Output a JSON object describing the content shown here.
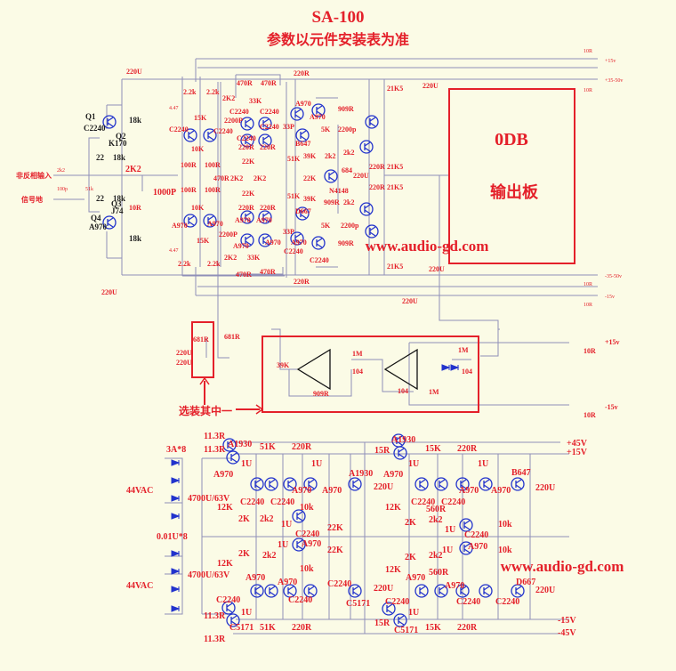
{
  "header": {
    "title": "SA-100",
    "subtitle": "参数以元件安装表为准"
  },
  "output_board": {
    "level": "0DB",
    "label": "输出板"
  },
  "watermark": "www.audio-gd.com",
  "selector_note": "选装其中一",
  "colors": {
    "wire": "#8f8fb8",
    "label": "#e4202a",
    "transistor": "#2233cc",
    "background": "#fbfbe6"
  },
  "rails_top": [
    "+15v",
    "10R",
    "+35-50v",
    "10R",
    "-35-50v",
    "10R",
    "-15v",
    "10R"
  ],
  "input_stage": [
    "Q1",
    "C2240",
    "Q2",
    "K170",
    "22",
    "18k",
    "18k",
    "2K2",
    "非反相输入",
    "2k2",
    "100p",
    "51k",
    "信号地",
    "1000P",
    "10R",
    "22",
    "18k",
    "Q3",
    "J74",
    "Q4",
    "A970",
    "18k",
    "220U",
    "220U"
  ],
  "voltage_stage": [
    "2.2k",
    "2.2k",
    "2K2",
    "470R",
    "470R",
    "33K",
    "15K",
    "C2240",
    "C2240",
    "C2240",
    "C2240",
    "2200P",
    "C2240",
    "C2240",
    "10K",
    "220R",
    "220R",
    "100R",
    "100R",
    "22K",
    "2K2",
    "2K2",
    "470R",
    "100R",
    "100R",
    "22K",
    "10K",
    "220R",
    "220R",
    "A970",
    "A970",
    "A970",
    "A970",
    "2200P",
    "15K",
    "A970",
    "A970",
    "2K2",
    "33K",
    "470R",
    "470R",
    "2.2k",
    "2.2k",
    "4.47",
    "4.47",
    "220R",
    "220R"
  ],
  "driver_stage": [
    "A970",
    "A970",
    "909R",
    "33P",
    "5K",
    "B647",
    "2200p",
    "2k2",
    "2k2",
    "51K",
    "39K",
    "684",
    "220U",
    "22K",
    "N4148",
    "51K",
    "39K",
    "909R",
    "2k2",
    "D667",
    "5K",
    "2200p",
    "33P",
    "A970",
    "909R",
    "C2240",
    "C2240",
    "21K5",
    "220U",
    "21K5",
    "220R",
    "21K5",
    "220R",
    "21K5",
    "220U",
    "220U"
  ],
  "servo": [
    "681R",
    "681R",
    "220U",
    "220U",
    "39K",
    "909R",
    "1M",
    "104",
    "1M",
    "104",
    "104",
    "1M",
    "+15v",
    "10R",
    "-15v",
    "10R"
  ],
  "power_supply_left": [
    "11.3R",
    "3A*8",
    "11.3R",
    "A1930",
    "51K",
    "220R",
    "1U",
    "1U",
    "A970",
    "A1930",
    "44VAC",
    "4700U/63V",
    "C2240",
    "C2240",
    "A970",
    "A970",
    "220U",
    "12K",
    "10k",
    "2K",
    "2k2",
    "1U",
    "22K",
    "C2240",
    "0.01U*8",
    "A970",
    "1U",
    "22K",
    "2K",
    "2k2",
    "12K",
    "10k",
    "44VAC",
    "4700U/63V",
    "A970",
    "A970",
    "C2240",
    "220U",
    "C2240",
    "C2240",
    "C5171",
    "1U",
    "51K",
    "220R",
    "11.3R",
    "C5171",
    "11.3R"
  ],
  "power_supply_right": [
    "A1930",
    "15R",
    "15K",
    "220R",
    "+45V",
    "+15V",
    "1U",
    "1U",
    "A970",
    "B647",
    "220U",
    "C2240",
    "C2240",
    "A970",
    "A970",
    "12K",
    "560R",
    "2k2",
    "2K",
    "1U",
    "10k",
    "C2240",
    "A970",
    "1U",
    "10k",
    "2K",
    "2k2",
    "12K",
    "A970",
    "560R",
    "A970",
    "D667",
    "220U",
    "C2240",
    "C2240",
    "C2240",
    "1U",
    "15K",
    "220R",
    "C5171",
    "15R",
    "-15V",
    "-45V"
  ]
}
